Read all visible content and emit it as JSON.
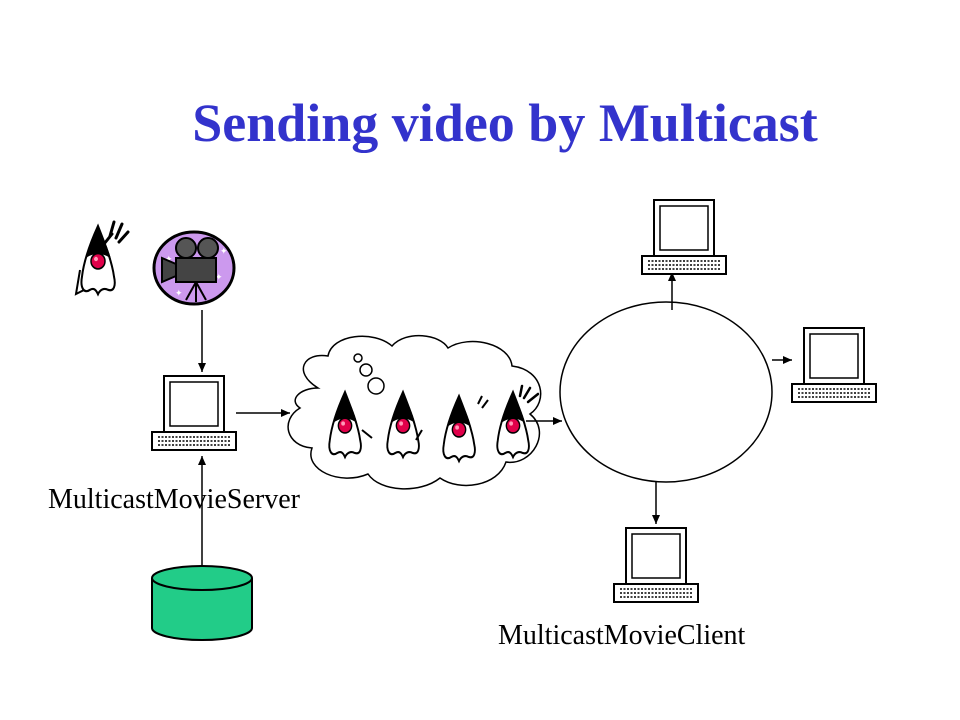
{
  "slide": {
    "title": "Sending video by Multicast",
    "server_label": "MulticastMovieServer",
    "client_label": "MulticastMovieClient"
  },
  "colors": {
    "title": "#3333cc",
    "database": "#22cc88",
    "camera_bg": "#cc99ee",
    "duke_nose": "#e0004a"
  },
  "icons": [
    "duke-mascot-icon",
    "movie-camera-icon",
    "laptop-icon",
    "database-icon",
    "cloud-icon"
  ]
}
